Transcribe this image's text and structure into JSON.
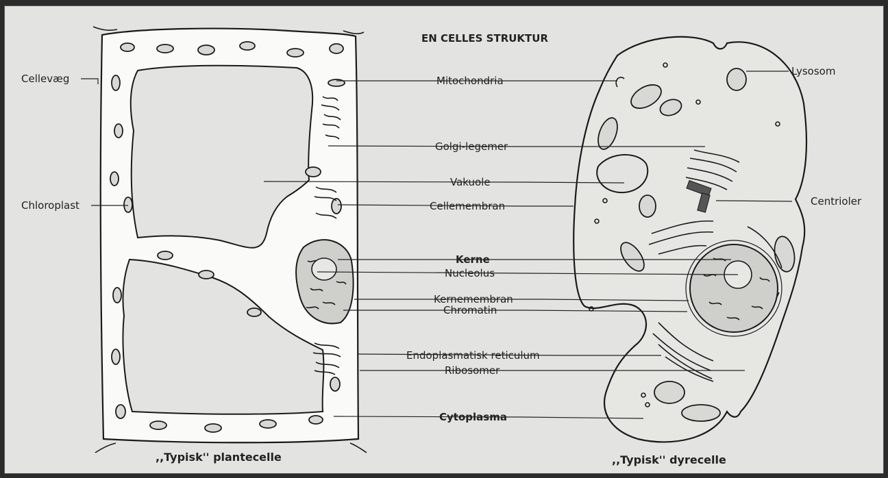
{
  "title": "EN CELLES STRUKTUR",
  "captions": {
    "plant": ",,Typisk'' plantecelle",
    "animal": ",,Typisk'' dyrecelle"
  },
  "labels": {
    "cellevaeg": "Cellevæg",
    "chloroplast": "Chloroplast",
    "lysosom": "Lysosom",
    "centrioler": "Centrioler",
    "mitochondria": "Mitochondria",
    "golgi": "Golgi-legemer",
    "vakuole": "Vakuole",
    "cellemembran": "Cellemembran",
    "kerne": "Kerne",
    "nucleolus": "Nucleolus",
    "kernemembran": "Kernemembran",
    "chromatin": "Chromatin",
    "er": "Endoplasmatisk reticulum",
    "ribosomer": "Ribosomer",
    "cytoplasma": "Cytoplasma"
  }
}
